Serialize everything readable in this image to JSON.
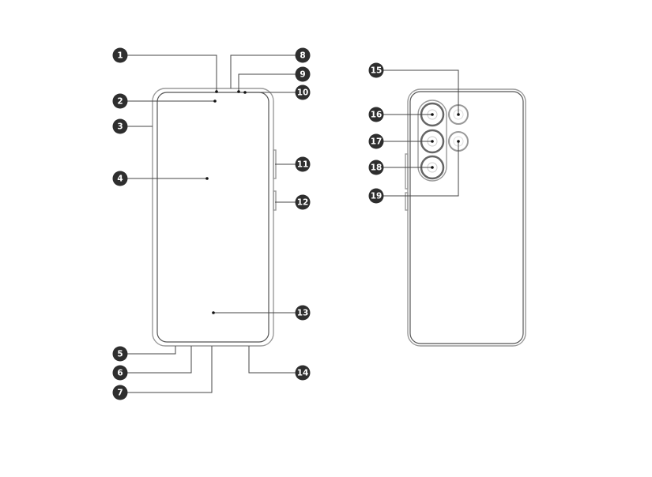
{
  "callouts": [
    "1",
    "2",
    "3",
    "4",
    "5",
    "6",
    "7",
    "8",
    "9",
    "10",
    "11",
    "12",
    "13",
    "14",
    "15",
    "16",
    "17",
    "18",
    "19"
  ],
  "colors": {
    "badge": "#2e2e2e",
    "outline": "#9a9a9a",
    "leader": "#444444"
  }
}
